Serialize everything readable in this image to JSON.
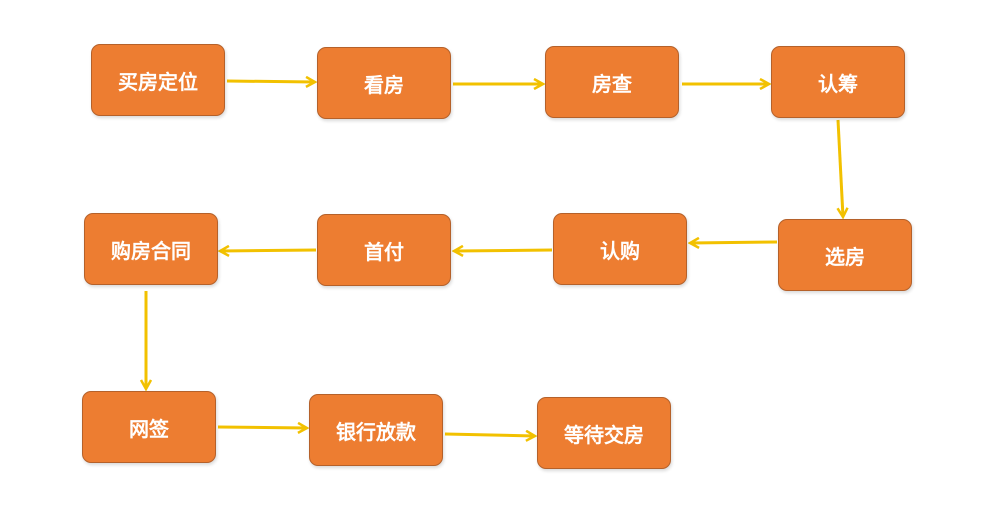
{
  "title": "购房流程",
  "steps": [
    "买房定位",
    "看房",
    "房查",
    "认筹",
    "选房",
    "认购",
    "首付",
    "购房合同",
    "网签",
    "银行放款",
    "等待交房"
  ],
  "colors": {
    "box": "#ED7D31",
    "border": "#B5612A",
    "arrow": "#F2C100",
    "text": "#FFFFFF"
  }
}
